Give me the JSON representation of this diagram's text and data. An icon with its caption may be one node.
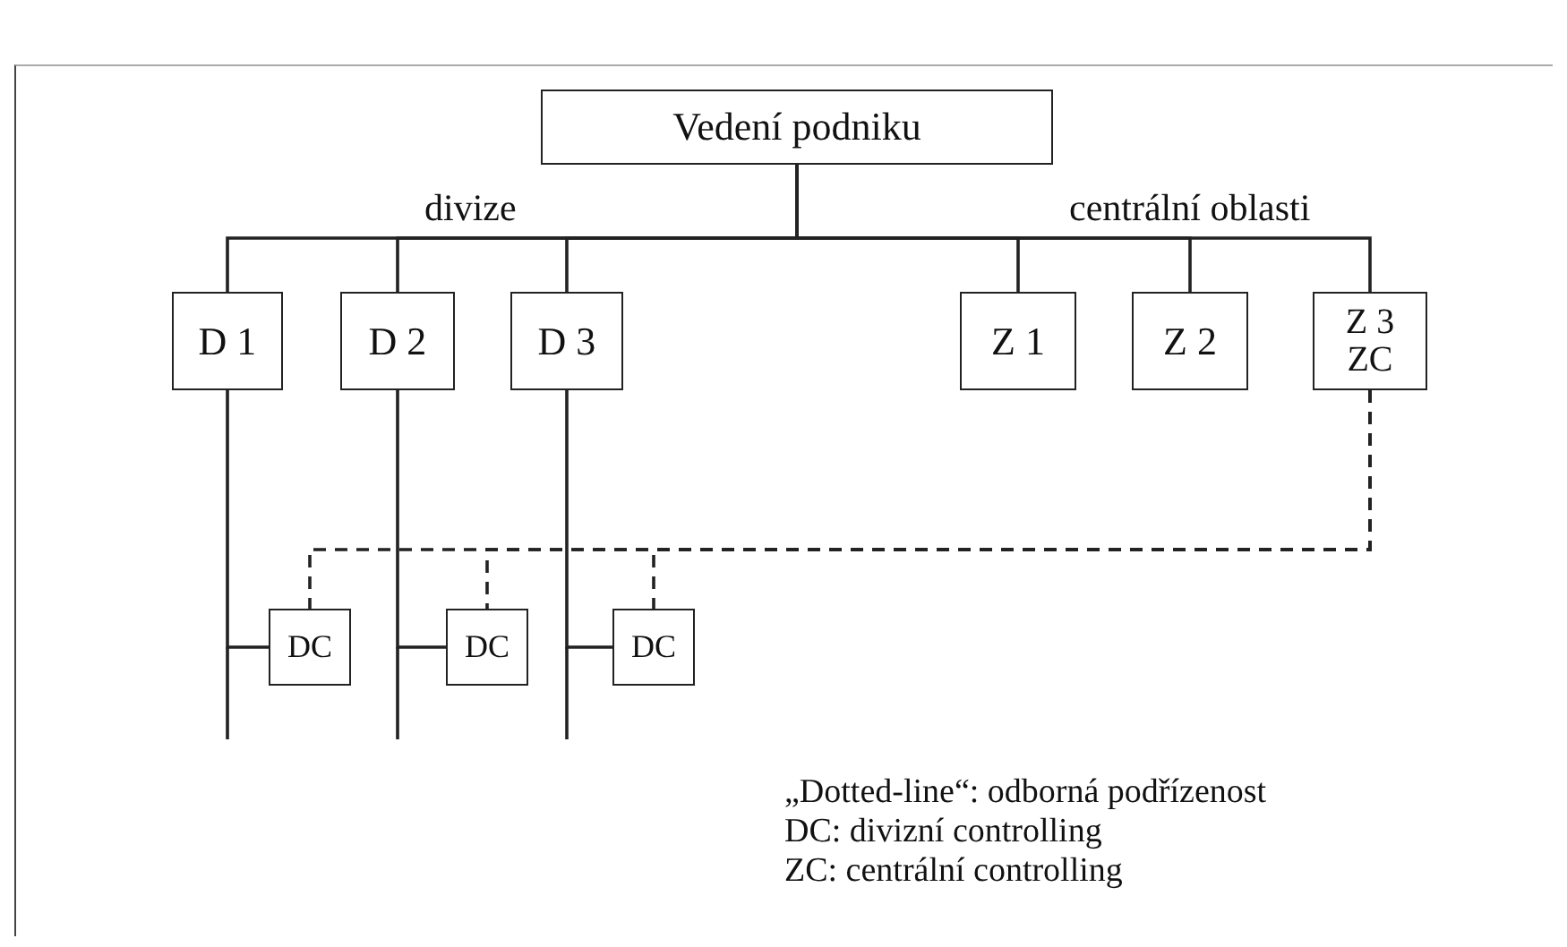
{
  "diagram": {
    "nodes": [
      {
        "text": [
          "Vedení podniku"
        ]
      },
      {
        "text": [
          "D 1"
        ]
      },
      {
        "text": [
          "D 2"
        ]
      },
      {
        "text": [
          "D 3"
        ]
      },
      {
        "text": [
          "Z 1"
        ]
      },
      {
        "text": [
          "Z 2"
        ]
      },
      {
        "text": [
          "Z 3",
          "ZC"
        ]
      },
      {
        "text": [
          "DC"
        ]
      },
      {
        "text": [
          "DC"
        ]
      },
      {
        "text": [
          "DC"
        ]
      }
    ],
    "edges": [
      {
        "from": 0,
        "to": 1,
        "arrow": "none"
      },
      {
        "from": 0,
        "to": 2,
        "arrow": "none"
      },
      {
        "from": 0,
        "to": 3,
        "arrow": "none"
      },
      {
        "from": 0,
        "to": 4,
        "arrow": "none"
      },
      {
        "from": 0,
        "to": 5,
        "arrow": "none"
      },
      {
        "from": 0,
        "to": 6,
        "arrow": "none"
      },
      {
        "from": 1,
        "to": 7,
        "arrow": "none"
      },
      {
        "from": 2,
        "to": 8,
        "arrow": "none"
      },
      {
        "from": 3,
        "to": 9,
        "arrow": "none"
      },
      {
        "from": 6,
        "to": 7,
        "arrow": "none",
        "style": "dashed"
      },
      {
        "from": 6,
        "to": 8,
        "arrow": "none",
        "style": "dashed"
      },
      {
        "from": 6,
        "to": 9,
        "arrow": "none",
        "style": "dashed"
      }
    ],
    "labels": [
      "divize",
      "centrální oblasti",
      "„Dotted-line“: odborná podřízenost",
      "DC: divizní controlling",
      "ZC: centrální controlling"
    ]
  }
}
